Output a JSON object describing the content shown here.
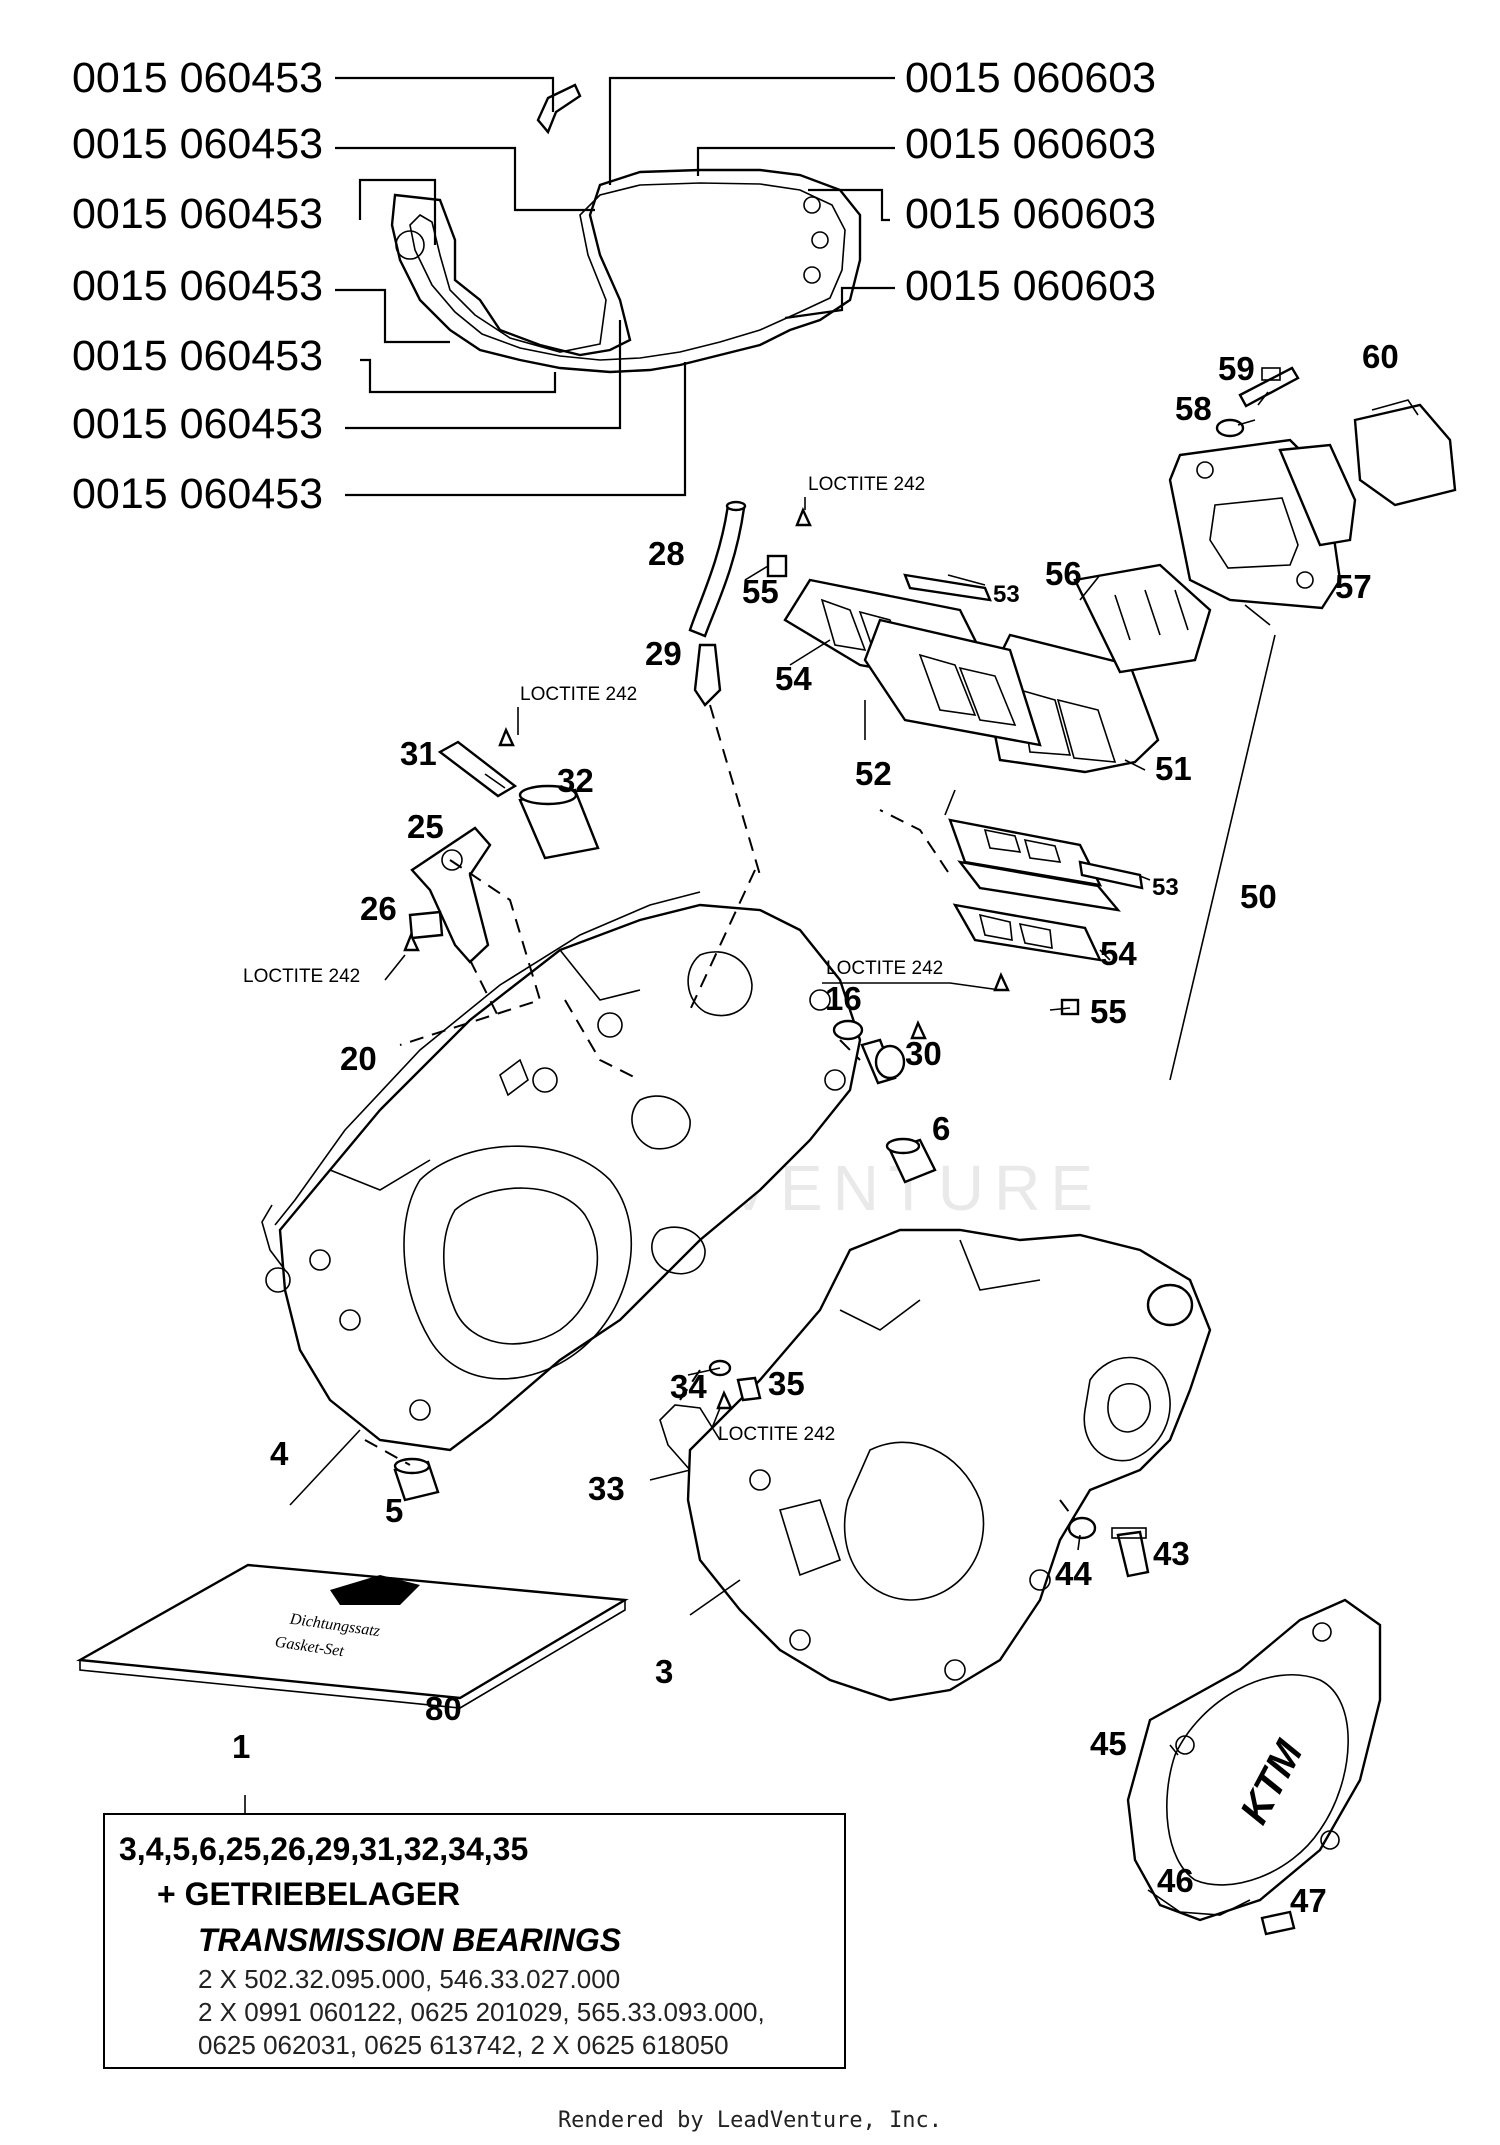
{
  "gasket_labels_left": [
    "0015 060453",
    "0015 060453",
    "0015 060453",
    "0015 060453",
    "0015 060453",
    "0015 060453",
    "0015 060453"
  ],
  "gasket_labels_right": [
    "0015 060603",
    "0015 060603",
    "0015 060603",
    "0015 060603"
  ],
  "callouts": {
    "c28": "28",
    "c29": "29",
    "c55a": "55",
    "c53a": "53",
    "c56": "56",
    "c54a": "54",
    "c52": "52",
    "c51": "51",
    "c59": "59",
    "c58": "58",
    "c60": "60",
    "c57": "57",
    "c31": "31",
    "c32": "32",
    "c25": "25",
    "c26": "26",
    "c53b": "53",
    "c50": "50",
    "c54b": "54",
    "c16": "16",
    "c30": "30",
    "c55b": "55",
    "c20": "20",
    "c6": "6",
    "c34": "34",
    "c35": "35",
    "c4": "4",
    "c33": "33",
    "c5": "5",
    "c44": "44",
    "c43": "43",
    "c3": "3",
    "c80": "80",
    "c45": "45",
    "c46": "46",
    "c47": "47",
    "c1": "1"
  },
  "loctite": {
    "l1": "LOCTITE 242",
    "l2": "LOCTITE 242",
    "l3": "LOCTITE 242",
    "l4": "LOCTITE 242",
    "l5": "LOCTITE 242"
  },
  "booklet_text": {
    "line1": "Dichtungssatz",
    "line2": "Gasket-Set"
  },
  "cover_logo": "KTM",
  "kit": {
    "parts": "3,4,5,6,25,26,29,31,32,34,35",
    "de": "+ GETRIEBELAGER",
    "en": "TRANSMISSION BEARINGS",
    "lines": [
      "2 X 502.32.095.000, 546.33.027.000",
      "2 X 0991 060122, 0625 201029, 565.33.093.000,",
      "0625 062031, 0625 613742, 2 X 0625 618050"
    ]
  },
  "watermark": "LEADVENTURE",
  "footer": "Rendered by LeadVenture, Inc."
}
